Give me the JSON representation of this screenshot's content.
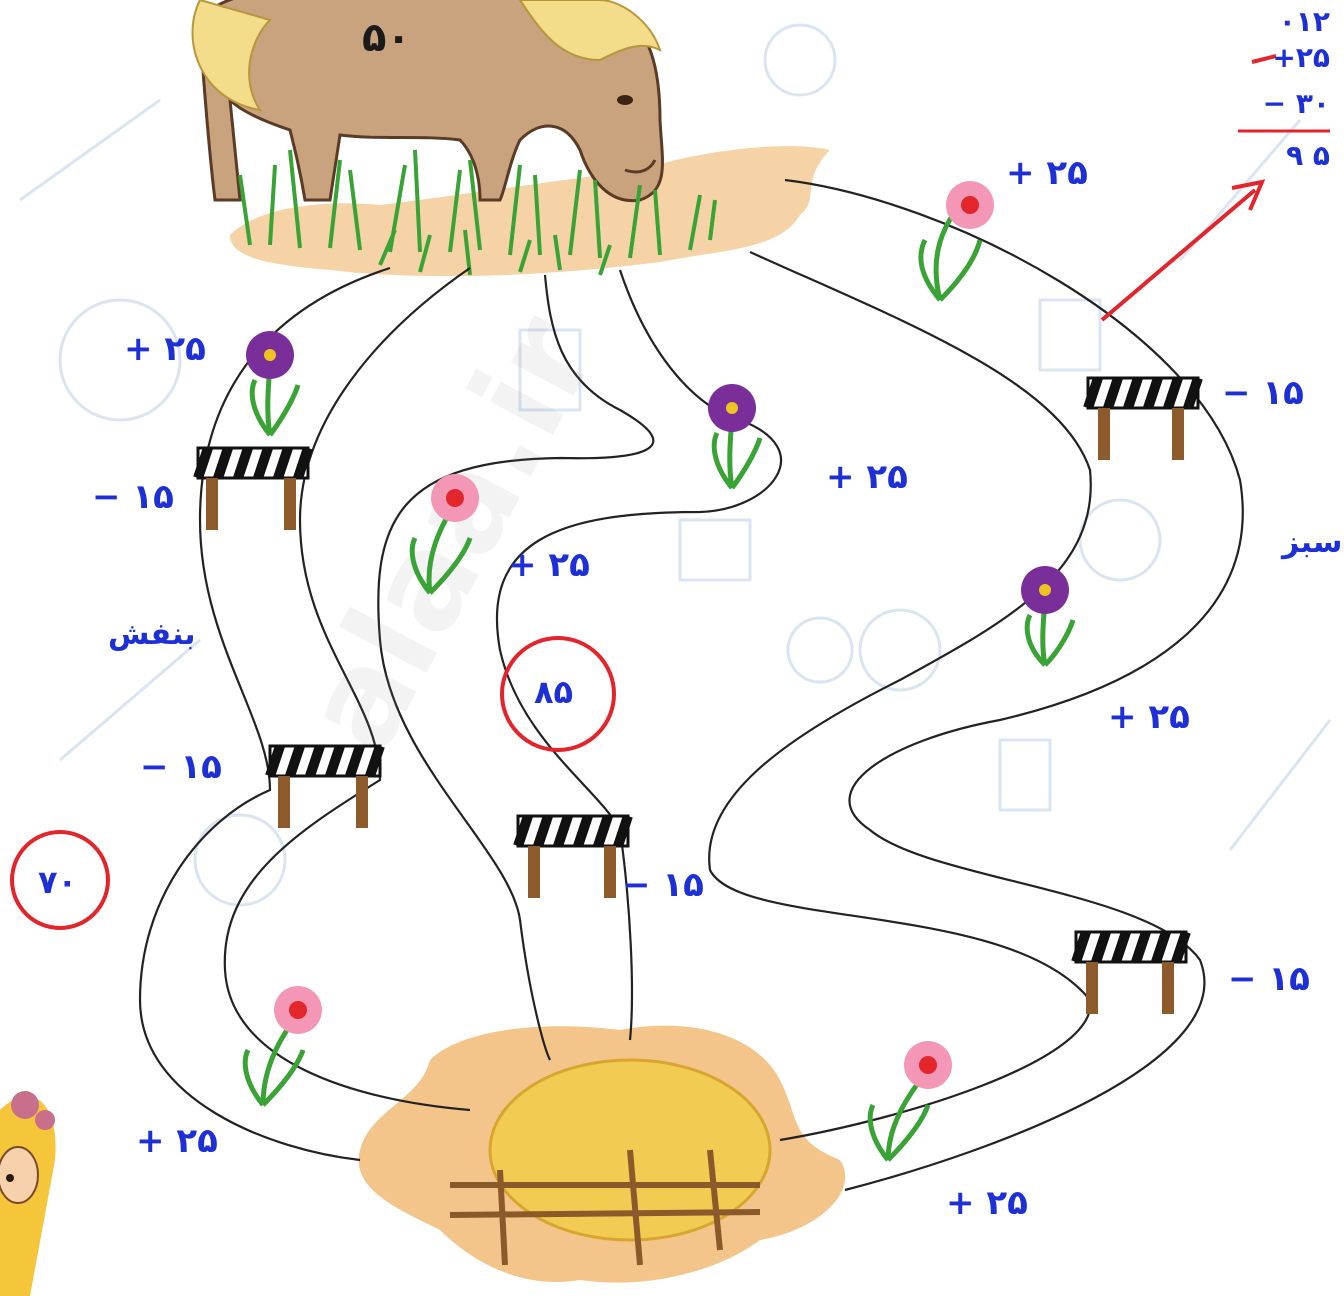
{
  "horse": {
    "label": "۵۰"
  },
  "paths": {
    "purple": {
      "word": "بنفش"
    },
    "green": {
      "word": "سبز"
    }
  },
  "results": {
    "circle_left": "۷۰",
    "circle_middle": "۸۵"
  },
  "calculation": {
    "line1": "۰۱۲",
    "line2": "+۲۵",
    "line3": "−  ۳۰",
    "result": "۹ ۵"
  },
  "markers": {
    "plus": "+ ۲۵",
    "minus": "− ۱۵"
  },
  "colors": {
    "label_blue": "#1d2fd6",
    "annotation_red": "#e3242b",
    "path_line": "#222222",
    "ground": "#f4cfa0"
  }
}
